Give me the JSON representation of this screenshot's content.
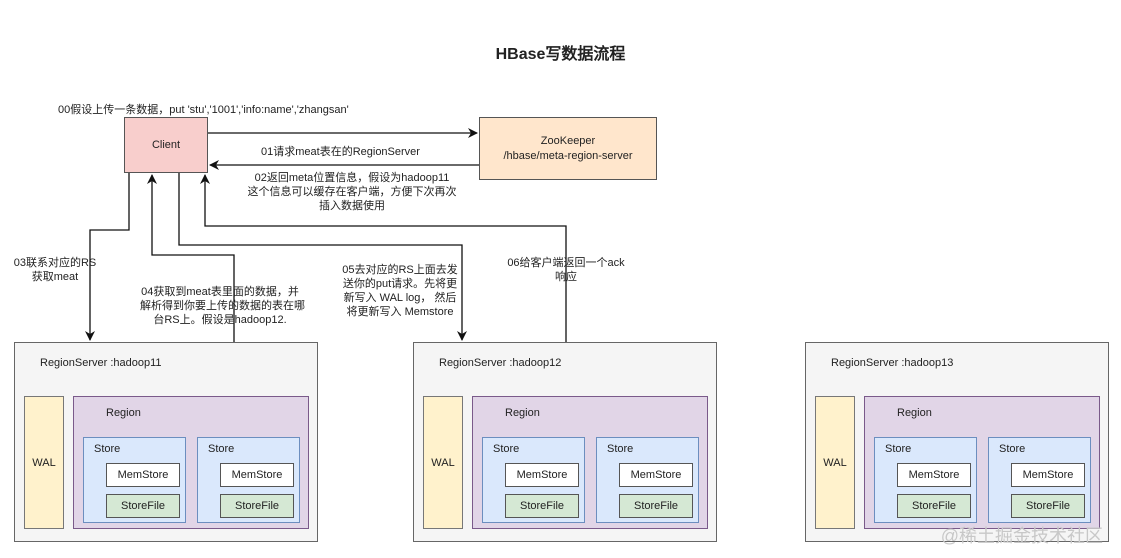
{
  "title": "HBase写数据流程",
  "client": "Client",
  "zookeeper": {
    "line1": "ZooKeeper",
    "line2": "/hbase/meta-region-server"
  },
  "steps": {
    "s00": "00假设上传一条数据，put 'stu','1001','info:name','zhangsan'",
    "s01": "01请求meat表在的RegionServer",
    "s02": [
      "02返回meta位置信息，假设为hadoop11",
      "这个信息可以缓存在客户端，方便下次再次",
      "插入数据使用"
    ],
    "s03": [
      "03联系对应的RS",
      "获取meat"
    ],
    "s04": [
      "04获取到meat表里面的数据，并",
      "解析得到你要上传的数据的表在哪",
      "台RS上。假设是hadoop12."
    ],
    "s05": [
      "05去对应的RS上面去发",
      "送你的put请求。先将更",
      "新写入 WAL log， 然后",
      "将更新写入 Memstore"
    ],
    "s06": [
      "06给客户端返回一个ack",
      "响应"
    ]
  },
  "region_servers": [
    {
      "title": "RegionServer :hadoop11"
    },
    {
      "title": "RegionServer :hadoop12"
    },
    {
      "title": "RegionServer :hadoop13"
    }
  ],
  "labels": {
    "wal": "WAL",
    "region": "Region",
    "store": "Store",
    "memstore": "MemStore",
    "storefile": "StoreFile"
  },
  "watermark": "@稀土掘金技术社区"
}
